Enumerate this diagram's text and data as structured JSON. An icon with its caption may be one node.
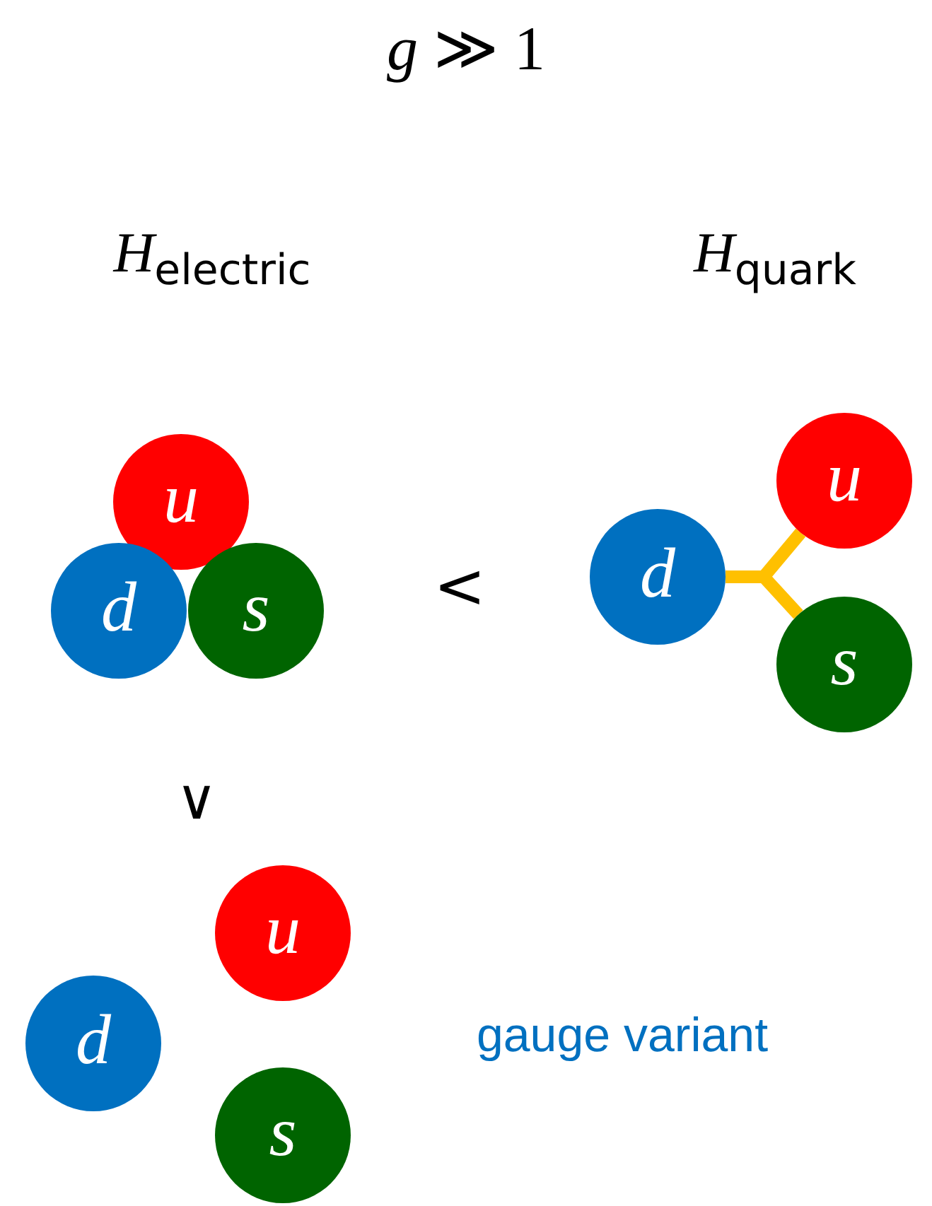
{
  "diagram": {
    "title": "*g* ≫ 1",
    "nodes": [
      {
        "text": [
          "u"
        ]
      },
      {
        "text": [
          "d"
        ]
      },
      {
        "text": [
          "s"
        ]
      },
      {
        "text": [
          "d"
        ]
      },
      {
        "text": [
          "u"
        ]
      },
      {
        "text": [
          "s"
        ]
      },
      {
        "text": [
          "u"
        ]
      },
      {
        "text": [
          "d"
        ]
      },
      {
        "text": [
          "s"
        ]
      }
    ],
    "edges": [
      {
        "from": 3,
        "to": 4,
        "arrow": "none",
        "color": "#ffc000"
      },
      {
        "from": 3,
        "to": 5,
        "arrow": "none",
        "color": "#ffc000"
      }
    ],
    "labels": [
      "*H*$_{electric}$",
      "*H*$_{quark}$",
      "<",
      "∨",
      "gauge variant"
    ]
  }
}
